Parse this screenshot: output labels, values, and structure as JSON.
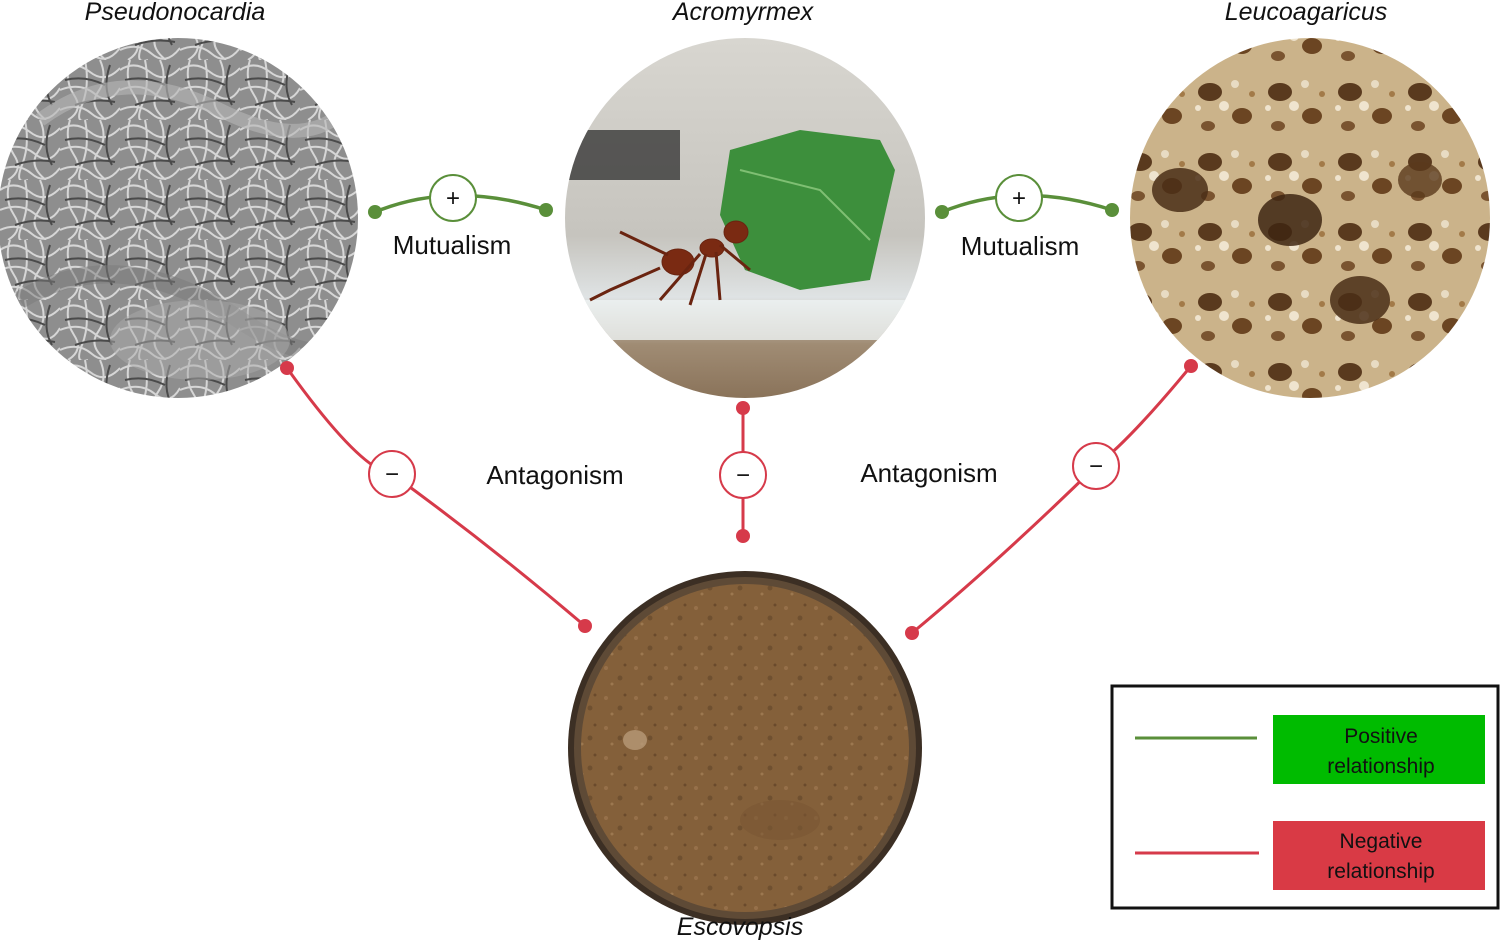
{
  "organisms": {
    "pseudonocardia": {
      "label": "Pseudonocardia"
    },
    "acromyrmex": {
      "label": "Acromyrmex"
    },
    "leucoagaricus": {
      "label": "Leucoagaricus"
    },
    "escovopsis": {
      "label": "Escovopsis"
    }
  },
  "relationships": {
    "mutualism_left": {
      "label": "Mutualism",
      "sign": "+"
    },
    "mutualism_right": {
      "label": "Mutualism",
      "sign": "+"
    },
    "antagonism_left": {
      "label": "Antagonism"
    },
    "antagonism_right": {
      "label": "Antagonism"
    },
    "neg_sign": "−"
  },
  "legend": {
    "positive": [
      "Positive",
      "relationship"
    ],
    "negative": [
      "Negative",
      "relationship"
    ]
  },
  "colors": {
    "positive": "#5a8f3a",
    "negative": "#d63a4a",
    "legend_positive_fill": "#00bb00",
    "legend_negative_fill": "#d93a45"
  }
}
